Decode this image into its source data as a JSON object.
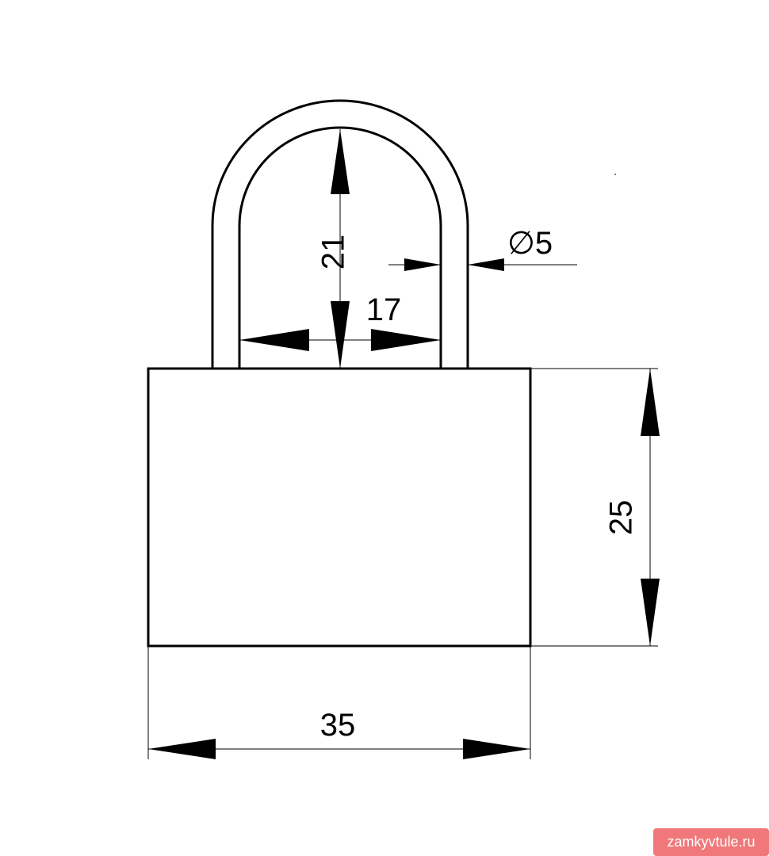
{
  "dimensions": {
    "shackle_height": "21",
    "shackle_inner_width": "17",
    "shackle_diameter": "∅5",
    "body_height": "25",
    "body_width": "35"
  },
  "watermark": "zamkyvtule.ru"
}
